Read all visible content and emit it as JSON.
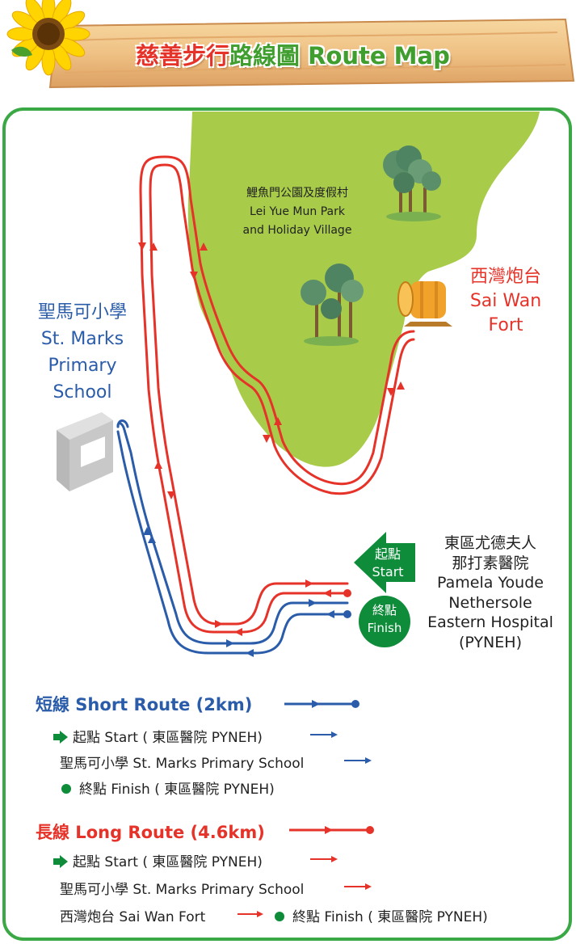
{
  "banner": {
    "title_zh_a": "慈善步行",
    "title_zh_b": "路線圖",
    "title_en": " Route Map"
  },
  "map": {
    "park_label": [
      "鯉魚門公園及度假村",
      "Lei Yue Mun Park",
      "and Holiday Village"
    ],
    "school_label": [
      "聖馬可小學",
      "St. Marks",
      "Primary",
      "School"
    ],
    "fort_label": [
      "西灣炮台",
      "Sai Wan",
      "Fort"
    ],
    "hospital_label": [
      "東區尤德夫人",
      "那打素醫院",
      "Pamela Youde",
      "Nethersole",
      "Eastern Hospital",
      "(PYNEH)"
    ],
    "start_badge": [
      "起點",
      "Start"
    ],
    "finish_badge": [
      "終點",
      "Finish"
    ]
  },
  "legend": {
    "short": {
      "heading": "短線 Short Route (2km)",
      "color": "#2a5caa",
      "steps": [
        "起點 Start ( 東區醫院 PYNEH)",
        "聖馬可小學 St. Marks Primary School",
        "終點 Finish ( 東區醫院 PYNEH)"
      ]
    },
    "long": {
      "heading": "長線 Long Route (4.6km)",
      "color": "#e6332a",
      "steps": [
        "起點 Start ( 東區醫院 PYNEH)",
        "聖馬可小學 St. Marks Primary School",
        "西灣炮台 Sai Wan Fort",
        "終點 Finish ( 東區醫院 PYNEH)"
      ]
    }
  },
  "colors": {
    "land": "#a8cc4a",
    "frame": "#3aa845",
    "badge": "#0e8c3a",
    "red_route": "#e6332a",
    "blue_route": "#2a5caa"
  }
}
